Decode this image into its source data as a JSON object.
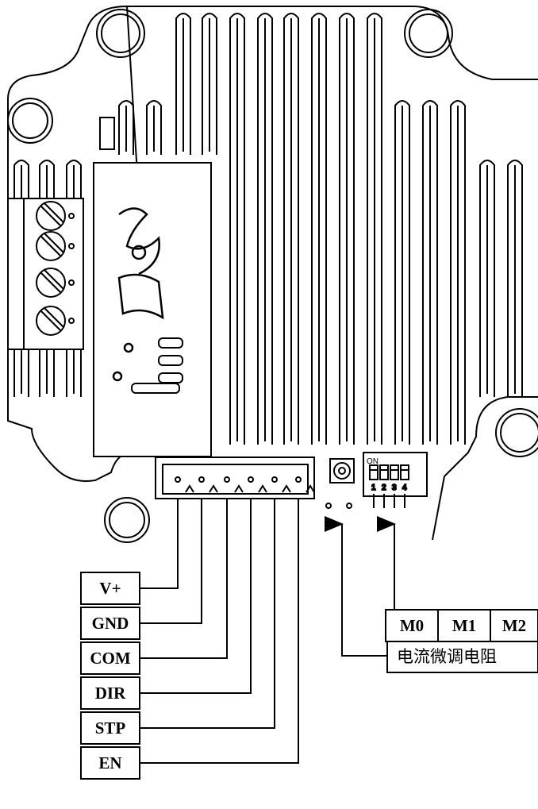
{
  "pin_labels": [
    "V+",
    "GND",
    "COM",
    "DIR",
    "STP",
    "EN"
  ],
  "microstep_labels": [
    "M0",
    "M1",
    "M2"
  ],
  "current_trim_label": "电流微调电阻",
  "dip_switch": {
    "on_label": "ON",
    "positions": [
      "1",
      "2",
      "3",
      "4"
    ]
  }
}
